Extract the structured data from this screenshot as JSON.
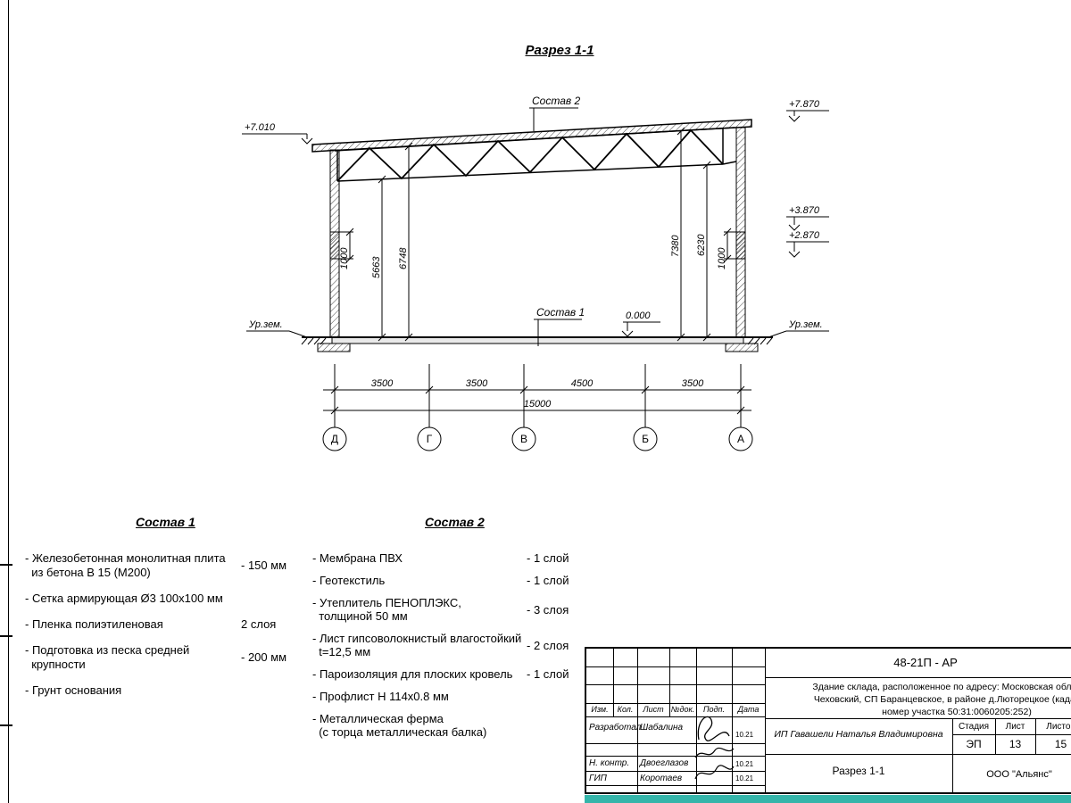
{
  "page_title": "Разрез 1-1",
  "colors": {
    "accent_teal": "#35b5aa",
    "line_black": "#000000"
  },
  "drawing": {
    "label_sostav_2": "Состав 2",
    "label_sostav_1": "Состав 1",
    "elev_left_roof": "+7.010",
    "elev_right_roof": "+7.870",
    "elev_gate_top": "+3.870",
    "elev_gate_mid": "+2.870",
    "elev_zero": "0.000",
    "ground_left": "Ур.зем.",
    "ground_right": "Ур.зем.",
    "dim_1000_left": "1000",
    "dim_5663": "5663",
    "dim_6748": "6748",
    "dim_7380": "7380",
    "dim_6230": "6230",
    "dim_1000_right": "1000",
    "span_dims": [
      "3500",
      "3500",
      "4500",
      "3500"
    ],
    "total_span": "15000",
    "axes": [
      "Д",
      "Г",
      "В",
      "Б",
      "А"
    ]
  },
  "composition1": {
    "title": "Состав 1",
    "items": [
      {
        "text": "- Железобетонная  монолитная плита\n  из бетона В 15 (М200)",
        "value": "- 150 мм"
      },
      {
        "text": "- Сетка армирующая Ø3 100х100 мм",
        "value": ""
      },
      {
        "text": "- Пленка полиэтиленовая",
        "value": "2 слоя"
      },
      {
        "text": "- Подготовка из песка средней\n  крупности",
        "value": "- 200 мм"
      },
      {
        "text": "- Грунт основания",
        "value": ""
      }
    ]
  },
  "composition2": {
    "title": "Состав 2",
    "items": [
      {
        "text": "- Мембрана ПВХ",
        "value": "- 1 слой"
      },
      {
        "text": "- Геотекстиль",
        "value": "- 1 слой"
      },
      {
        "text": "- Утеплитель ПЕНОПЛЭКС,\n  толщиной 50 мм",
        "value": "- 3 слоя"
      },
      {
        "text": "- Лист гипсоволокнистый влагостойкий\n  t=12,5 мм",
        "value": "- 2 слоя"
      },
      {
        "text": "- Пароизоляция для плоских кровель",
        "value": "- 1 слой"
      },
      {
        "text": "- Профлист Н 114х0.8 мм",
        "value": ""
      },
      {
        "text": "- Металлическая ферма\n  (с торца металлическая балка)",
        "value": ""
      }
    ]
  },
  "titleblock": {
    "doc_code": "48-21П - АР",
    "description_lines": [
      "Здание склада, расположенное по адресу: Московская область, р",
      "Чеховский, СП Баранцевское, в районе д.Люторецкое  (кадастров",
      "номер участка 50:31:0060205:252)"
    ],
    "columns": [
      "Изм.",
      "Кол.",
      "Лист",
      "№док.",
      "Подп.",
      "Дата"
    ],
    "signers": [
      {
        "role": "Разработал",
        "name": "Шабалина",
        "date": "10.21"
      },
      {
        "role": "Н. контр.",
        "name": "Двоеглазов",
        "date": "10.21"
      },
      {
        "role": "ГИП",
        "name": "Коротаев",
        "date": "10.21"
      }
    ],
    "client": "ИП Гавашели Наталья Владимировна",
    "stage_label": "Стадия",
    "sheet_label": "Лист",
    "sheets_label": "Листов",
    "stage": "ЭП",
    "sheet_number": "13",
    "sheet_count": "15",
    "drawing_name": "Разрез 1-1",
    "company": "ООО \"Альянс\""
  }
}
